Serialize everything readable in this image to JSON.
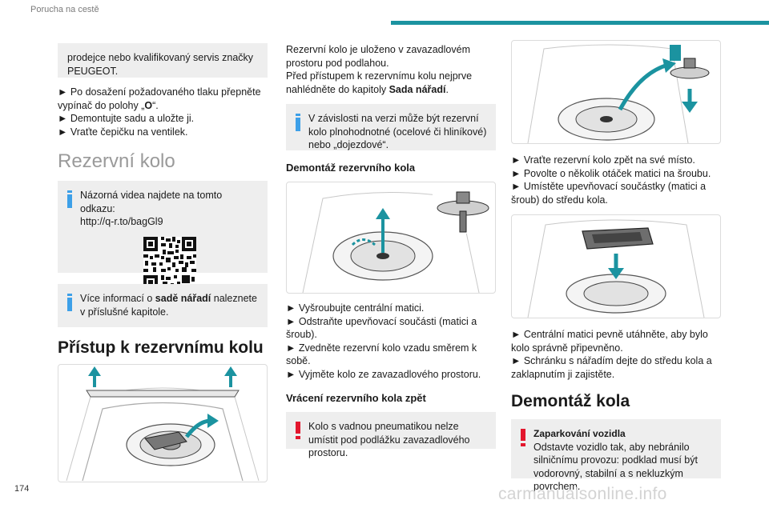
{
  "header": {
    "title": "Porucha na cestě"
  },
  "page_number": "174",
  "watermark": "carmanualsonline.info",
  "col1": {
    "note_top": "prodejce nebo kvalifikovaný servis značky PEUGEOT.",
    "step_1a": "► Po dosažení požadovaného tlaku přepněte vypínač do polohy „",
    "step_1b": "O",
    "step_1c": "“.",
    "step_2": "► Demontujte sadu a uložte ji.",
    "step_3": "► Vraťte čepičku na ventilek.",
    "section_title": "Rezervní kolo",
    "video_note_line1": "Názorná videa najdete na tomto odkazu:",
    "video_note_line2": "http://q-r.to/bagGl9",
    "more_info_a": "Více informací o ",
    "more_info_b": "sadě nářadí",
    "more_info_c": " naleznete v příslušné kapitole.",
    "heading_access": "Přístup k rezervnímu kolu"
  },
  "col2": {
    "intro_a": "Rezervní kolo je uloženo v zavazadlovém prostoru pod podlahou.",
    "intro_b": "Před přístupem k rezervnímu kolu nejprve nahlédněte do kapitoly ",
    "intro_c": "Sada nářadí",
    "intro_d": ".",
    "version_note": "V závislosti na verzi může být rezervní kolo plnohodnotné (ocelové či hliníkové) nebo „dojezdové“.",
    "heading_removal": "Demontáž rezervního kola",
    "r1": "► Vyšroubujte centrální matici.",
    "r2": "► Odstraňte upevňovací součásti (matici a šroub).",
    "r3": "► Zvedněte rezervní kolo vzadu směrem k sobě.",
    "r4": "► Vyjměte kolo ze zavazadlového prostoru.",
    "heading_return": "Vrácení rezervního kola zpět",
    "warn_note": "Kolo s vadnou pneumatikou nelze umístit pod podlážku zavazadlového prostoru."
  },
  "col3": {
    "s1": "► Vraťte rezervní kolo zpět na své místo.",
    "s2": "► Povolte o několik otáček matici na šroubu.",
    "s3": "► Umístěte upevňovací součástky (matici a šroub) do středu kola.",
    "s4": "► Centrální matici pevně utáhněte, aby bylo kolo správně připevněno.",
    "s5": "► Schránku s nářadím dejte do středu kola a zaklapnutím ji zajistěte.",
    "heading_wheel": "Demontáž kola",
    "park_title": "Zaparkování vozidla",
    "park_text": "Odstavte vozidlo tak, aby nebránilo silničnímu provozu: podklad musí být vodorovný, stabilní a s nekluzkým povrchem."
  },
  "colors": {
    "accent": "#1b93a0",
    "info": "#3da0e8",
    "warning": "#e3162d",
    "arrow": "#1b93a0"
  }
}
